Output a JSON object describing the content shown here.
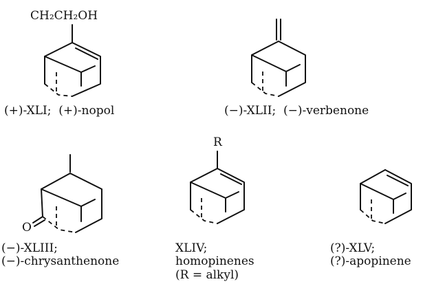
{
  "compounds": [
    {
      "substituent": "CH₂CH₂OH",
      "caption_lines": [
        "(+)-XLI;  (+)-nopol"
      ]
    },
    {
      "substituent": "",
      "caption_lines": [
        "(−)-XLII;  (−)-verbenone"
      ]
    },
    {
      "substituent": "O",
      "caption_lines": [
        "(−)-XLIII;",
        "(−)-chrysanthenone"
      ]
    },
    {
      "substituent": "R",
      "caption_lines": [
        "XLIV;",
        "homopinenes",
        "(R = alkyl)"
      ]
    },
    {
      "substituent": "",
      "caption_lines": [
        "(?)-XLV;",
        "(?)-apopinene"
      ]
    }
  ]
}
